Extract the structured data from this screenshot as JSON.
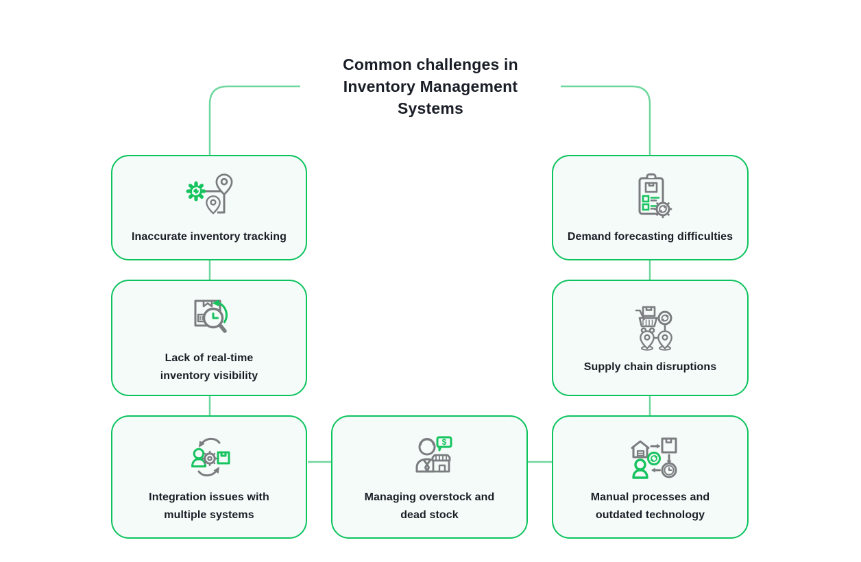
{
  "title": "Common challenges in\nInventory Management\nSystems",
  "glyphs": {
    "dollar": "$"
  },
  "colors": {
    "card_border_green": "#0cc35e",
    "connector_green": "#6fd79e",
    "icon_gray": "#7a7c80",
    "icon_green": "#16c35f",
    "card_background": "#f5fbf8",
    "text_color": "#1a1d26"
  },
  "cards": [
    {
      "label": "Inaccurate inventory tracking",
      "icon": "sync-gear-location-pins-icon"
    },
    {
      "label": "Demand forecasting difficulties",
      "icon": "clipboard-checklist-gear-icon"
    },
    {
      "label": "Lack of real-time\ninventory visibility",
      "icon": "package-magnifier-clock-icon"
    },
    {
      "label": "Supply chain disruptions",
      "icon": "cart-network-pins-icon"
    },
    {
      "label": "Integration issues with\nmultiple systems",
      "icon": "person-gear-package-cycle-icon"
    },
    {
      "label": "Managing overstock and\ndead stock",
      "icon": "merchant-storefront-price-bubble-icon"
    },
    {
      "label": "Manual processes and\noutdated technology",
      "icon": "warehouse-package-clock-person-flow-icon"
    }
  ]
}
